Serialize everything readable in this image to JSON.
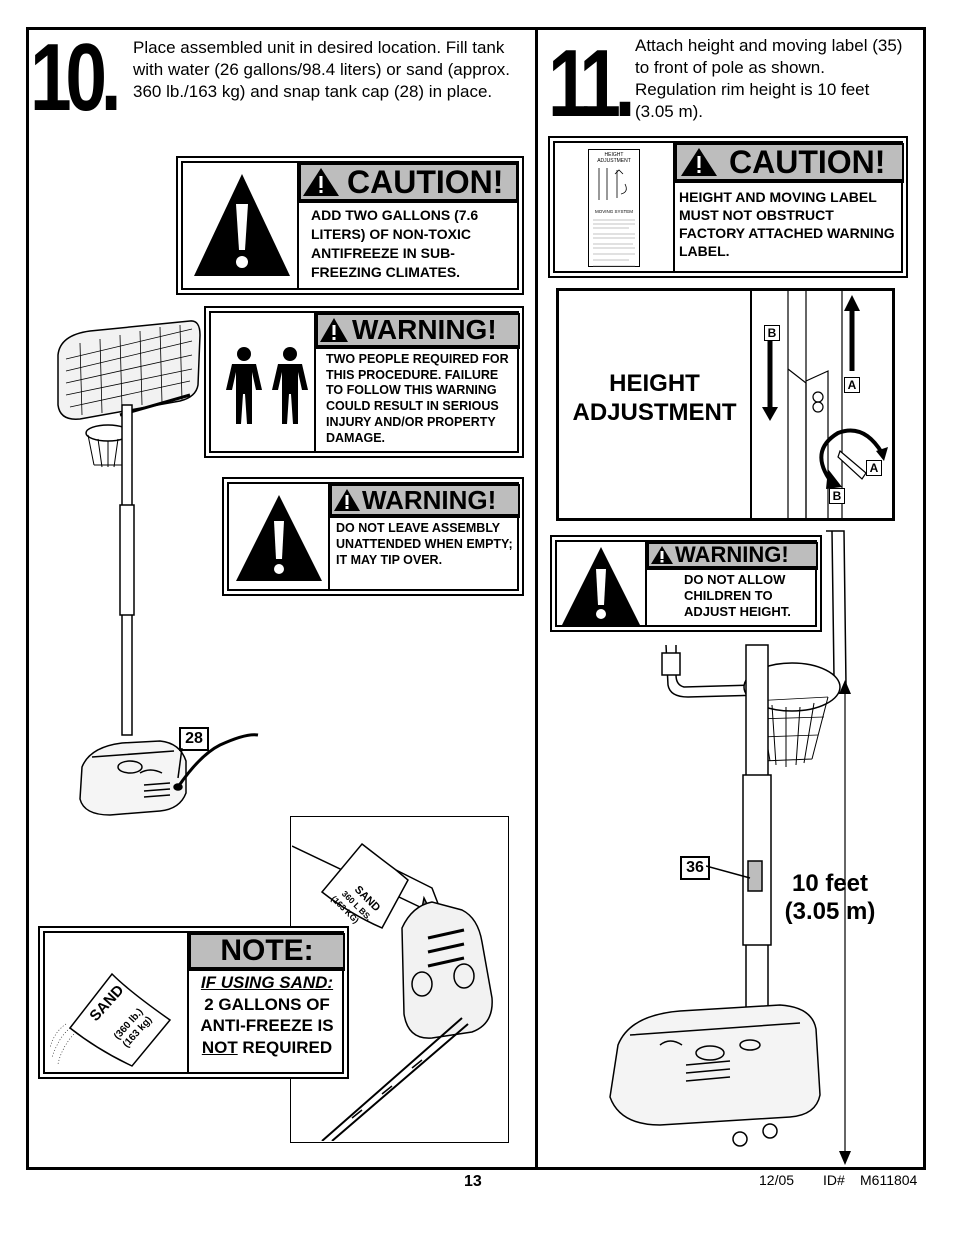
{
  "step10": {
    "number": "10.",
    "instructions": "Place assembled unit in desired location.  Fill tank with water (26 gallons/98.4 liters) or sand (approx. 360 lb./163 kg) and snap tank cap (28) in place.",
    "caution": {
      "title": "CAUTION!",
      "text": "ADD TWO GALLONS (7.6 LITERS) OF NON-TOXIC ANTIFREEZE IN SUB-FREEZING CLIMATES."
    },
    "warning1": {
      "title": "WARNING!",
      "text": "TWO PEOPLE REQUIRED FOR THIS PROCEDURE. FAILURE TO FOLLOW THIS WARNING COULD RESULT IN SERIOUS INJURY AND/OR PROPERTY DAMAGE."
    },
    "warning2": {
      "title": "WARNING!",
      "text": "DO NOT LEAVE ASSEMBLY UNATTENDED WHEN EMPTY; IT MAY TIP OVER."
    },
    "part_callout": "28",
    "sand_bag_label": {
      "word": "SAND",
      "line1": "360 L BS.",
      "line2": "(163 KG)"
    },
    "note": {
      "title": "NOTE:",
      "line1": "IF USING SAND:",
      "line2": "2 GALLONS OF",
      "line3": "ANTI-FREEZE IS",
      "line4_underlined": "NOT",
      "line4_rest": " REQUIRED",
      "bag_word": "SAND",
      "bag_line1": "(360 lb.)",
      "bag_line2": "(163 kg)"
    }
  },
  "step11": {
    "number": "11.",
    "instructions": "Attach height and moving label (35) to front of pole as shown. Regulation rim height is 10 feet (3.05 m).",
    "caution": {
      "title": "CAUTION!",
      "text": "HEIGHT AND MOVING LABEL MUST NOT OBSTRUCT FACTORY ATTACHED WARNING LABEL.",
      "mini_label_top": "HEIGHT ADJUSTMENT",
      "mini_label_mid": "MOVING SYSTEM"
    },
    "height_adjustment": {
      "title": "HEIGHT ADJUSTMENT",
      "tag_a": "A",
      "tag_b": "B"
    },
    "warning": {
      "title": "WARNING!",
      "text": "DO NOT ALLOW CHILDREN TO ADJUST HEIGHT."
    },
    "part_callout": "36",
    "rim_height_line1": "10 feet",
    "rim_height_line2": "(3.05 m)"
  },
  "footer": {
    "page_number": "13",
    "date": "12/05",
    "id_label": "ID#",
    "id_value": "M611804"
  }
}
